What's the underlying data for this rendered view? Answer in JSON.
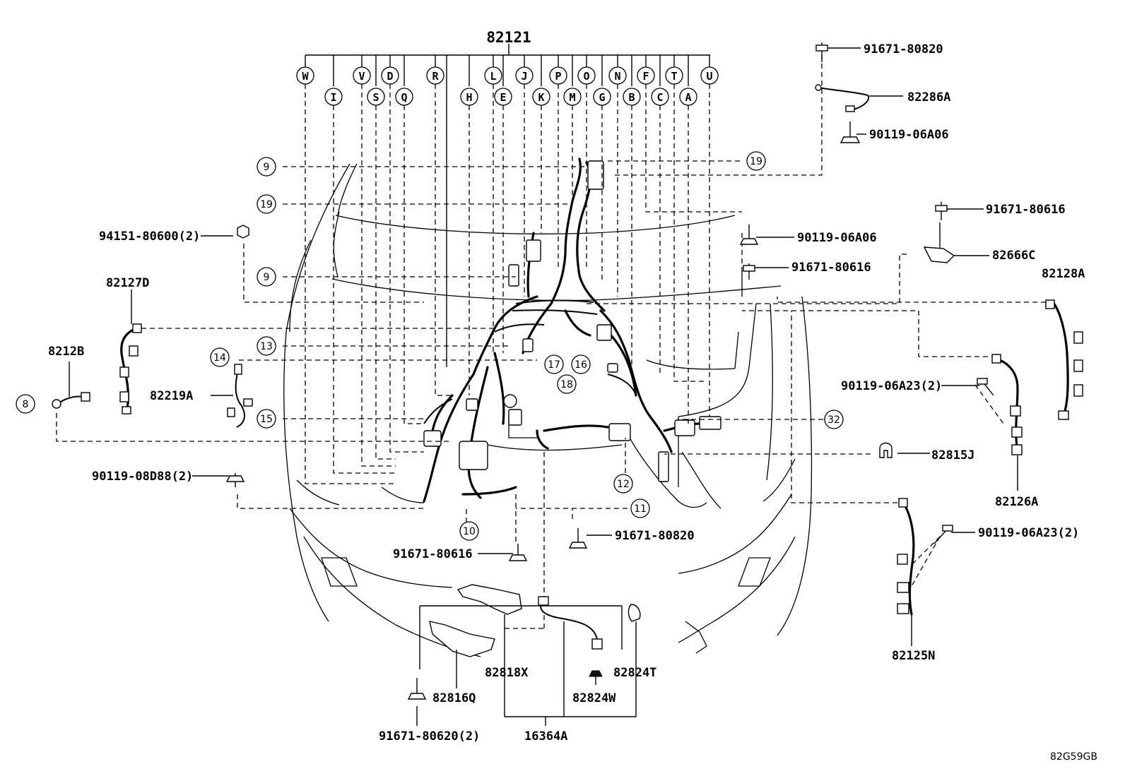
{
  "main_assembly": "82121",
  "connector_letters_top": [
    "W",
    "V",
    "D",
    "R",
    "L",
    "J",
    "P",
    "O",
    "N",
    "F",
    "T",
    "U"
  ],
  "connector_letters_bottom": [
    "I",
    "S",
    "Q",
    "H",
    "E",
    "K",
    "M",
    "G",
    "B",
    "C",
    "A"
  ],
  "callouts": [
    "9",
    "19",
    "9",
    "13",
    "14",
    "15",
    "8",
    "17",
    "16",
    "18",
    "32",
    "12",
    "11",
    "10",
    "19"
  ],
  "parts": {
    "p82286A": "82286A",
    "p82666C": "82666C",
    "p82128A": "82128A",
    "p82127D": "82127D",
    "p8212B": "8212B",
    "p82219A": "82219A",
    "p82126A": "82126A",
    "p82815J": "82815J",
    "p82125N": "82125N",
    "p82818X": "82818X",
    "p82816Q": "82816Q",
    "p82824T": "82824T",
    "p82824W": "82824W",
    "p16364A": "16364A"
  },
  "fasteners": {
    "f1": "91671-80820",
    "f2": "90119-06A06",
    "f3": "91671-80616",
    "f4": "94151-80600(2)",
    "f5": "90119-06A06",
    "f6": "91671-80616",
    "f7": "90119-06A23(2)",
    "f8": "90119-08D88(2)",
    "f9": "90119-06A23(2)",
    "f10": "91671-80820",
    "f11": "91671-80616",
    "f12": "91671-80620(2)"
  },
  "diagram_ref": "82G59GB"
}
